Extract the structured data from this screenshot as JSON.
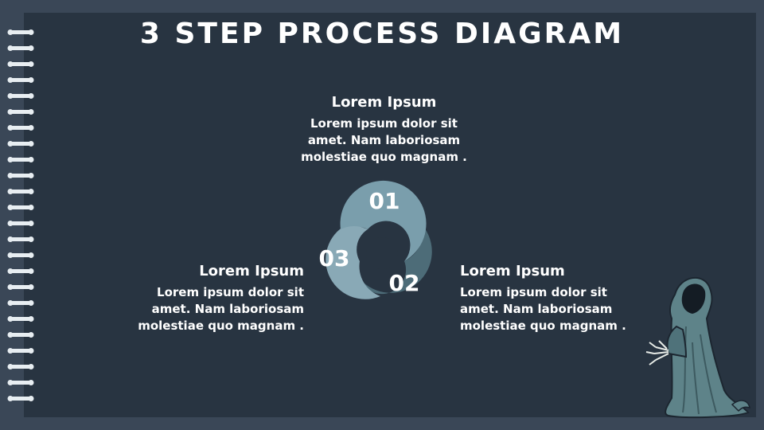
{
  "title": "3 STEP PROCESS DIAGRAM",
  "steps": [
    {
      "number": "01",
      "heading": "Lorem Ipsum",
      "line1": "Lorem ipsum dolor sit",
      "line2": "amet. Nam laboriosam",
      "line3": "molestiae quo magnam ."
    },
    {
      "number": "02",
      "heading": "Lorem Ipsum",
      "line1": "Lorem ipsum dolor sit",
      "line2": "amet. Nam laboriosam",
      "line3": "molestiae quo magnam ."
    },
    {
      "number": "03",
      "heading": "Lorem Ipsum",
      "line1": "Lorem ipsum dolor sit",
      "line2": "amet. Nam laboriosam",
      "line3": "molestiae quo magnam ."
    }
  ],
  "colors": {
    "background": "#3a4757",
    "board": "#283441",
    "segment1": "#7a9eac",
    "segment2": "#4d6c78",
    "segment3": "#89a9b6",
    "text": "#ffffff"
  },
  "icons": [
    "spiral-binding-icon",
    "grim-reaper-illustration"
  ]
}
